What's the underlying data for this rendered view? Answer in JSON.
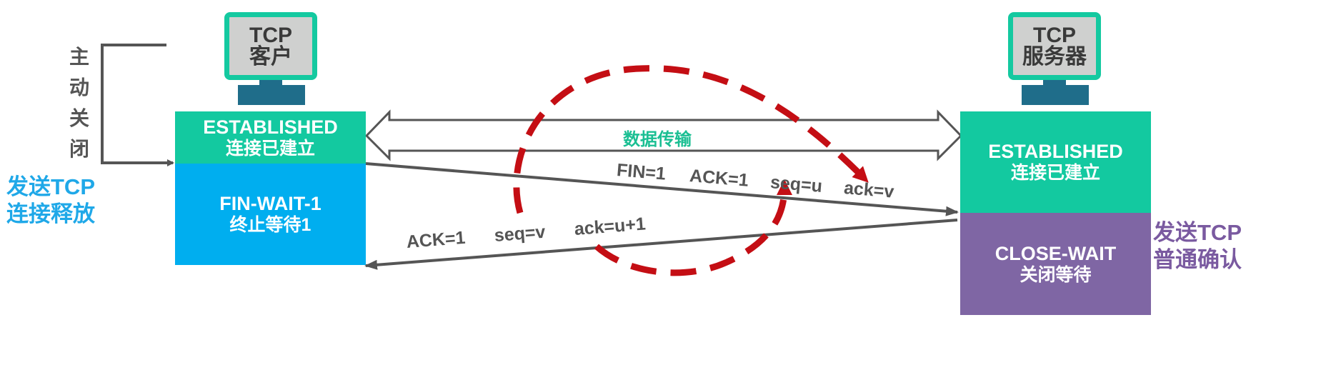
{
  "client": {
    "monitor_line1": "TCP",
    "monitor_line2": "客户",
    "established_en": "ESTABLISHED",
    "established_cn": "连接已建立",
    "finwait_en": "FIN-WAIT-1",
    "finwait_cn": "终止等待1",
    "active_close_chars": [
      "主",
      "动",
      "关",
      "闭"
    ],
    "send_label_line1": "发送TCP",
    "send_label_line2": "连接释放"
  },
  "server": {
    "monitor_line1": "TCP",
    "monitor_line2": "服务器",
    "established_en": "ESTABLISHED",
    "established_cn": "连接已建立",
    "closewait_en": "CLOSE-WAIT",
    "closewait_cn": "关闭等待",
    "send_label_line1": "发送TCP",
    "send_label_line2": "普通确认"
  },
  "data_transfer_label": "数据传输",
  "fin_message": {
    "fin": "FIN=1",
    "ack": "ACK=1",
    "seq": "seq=u",
    "ack_num": "ack=v"
  },
  "ack_message": {
    "ack": "ACK=1",
    "seq": "seq=v",
    "ack_num": "ack=u+1"
  },
  "colors": {
    "established": "#13c9a0",
    "finwait": "#00aeef",
    "closewait": "#7f66a4",
    "client_label": "#1fa8e8",
    "server_label": "#7a5aa0",
    "cycle": "#c40e14",
    "arrow": "#555555"
  }
}
